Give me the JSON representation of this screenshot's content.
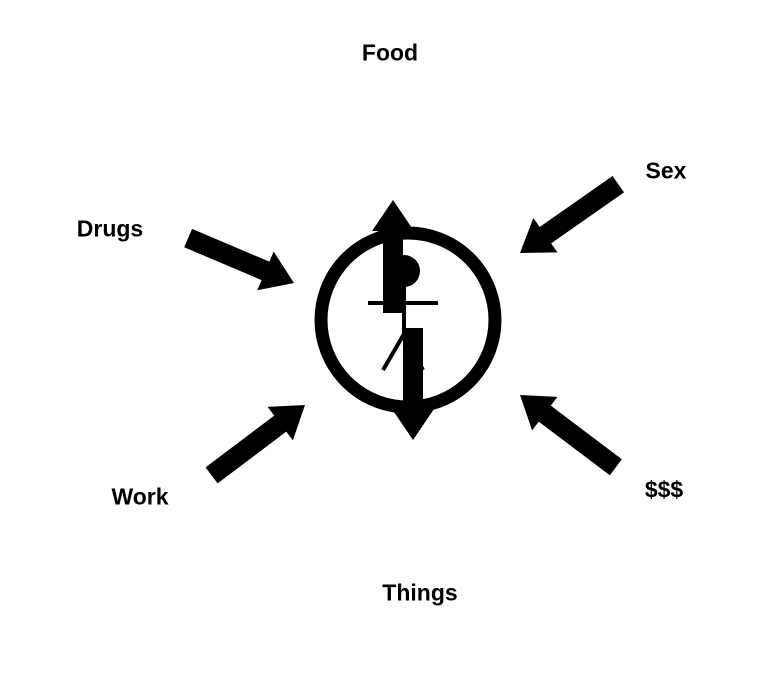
{
  "diagram": {
    "colors": {
      "ink": "#000000",
      "background": "#ffffff"
    },
    "center": {
      "icon": "stick-figure-icon"
    },
    "labels": {
      "food": "Food",
      "sex": "Sex",
      "drugs": "Drugs",
      "work": "Work",
      "money": "$$$",
      "things": "Things"
    },
    "arrow_icon": "arrow-icon"
  }
}
